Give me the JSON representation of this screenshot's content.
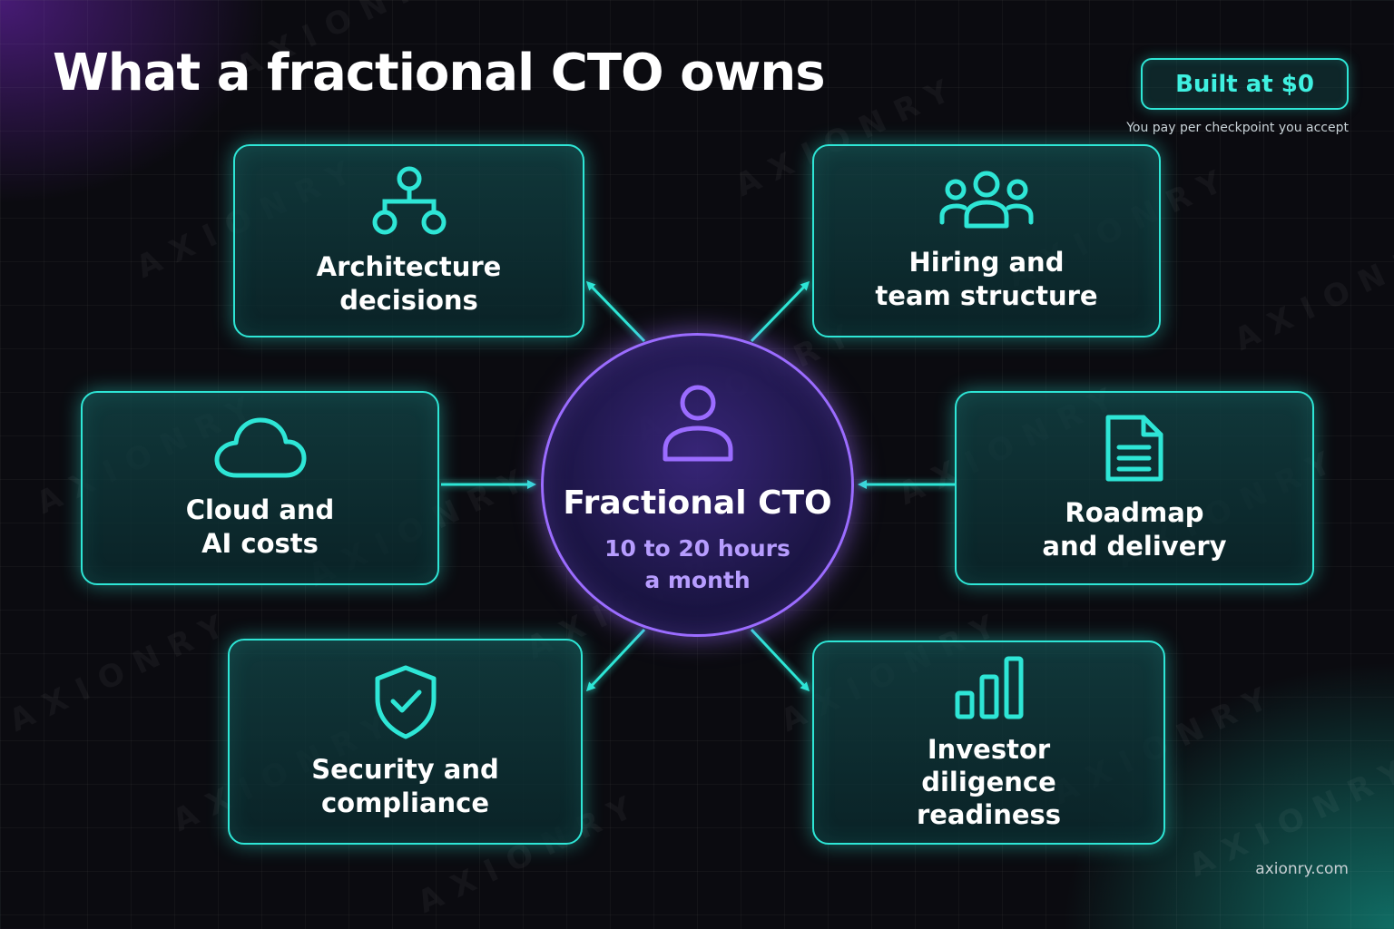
{
  "title": "What a fractional CTO owns",
  "badge": {
    "label": "Built at $0",
    "subtext": "You pay per checkpoint you accept"
  },
  "center": {
    "title": "Fractional CTO",
    "subtitle": "10 to 20 hours\na month",
    "icon": "person-icon"
  },
  "nodes": [
    {
      "id": "architecture",
      "label": "Architecture\ndecisions",
      "icon": "hierarchy-icon"
    },
    {
      "id": "hiring",
      "label": "Hiring and\nteam structure",
      "icon": "team-icon"
    },
    {
      "id": "cloud",
      "label": "Cloud and\nAI costs",
      "icon": "cloud-icon"
    },
    {
      "id": "roadmap",
      "label": "Roadmap\nand delivery",
      "icon": "document-icon"
    },
    {
      "id": "security",
      "label": "Security and\ncompliance",
      "icon": "shield-check-icon"
    },
    {
      "id": "investor",
      "label": "Investor\ndiligence\nreadiness",
      "icon": "bar-chart-icon"
    }
  ],
  "watermark": "AXIONRY",
  "footer": "axionry.com",
  "colors": {
    "accent": "#2ee6d6",
    "center_border": "#9b6cff",
    "center_subtitle": "#b79dff",
    "background": "#0b0b10"
  }
}
